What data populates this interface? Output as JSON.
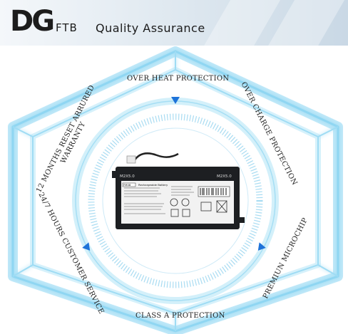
{
  "header": {
    "logo_mark": "DG",
    "logo_text": "FTB",
    "title": "Quality Assurance"
  },
  "features": {
    "top": "OVER HEAT PROTECTION",
    "upper_right": "OVER CHARGE PROTECTION",
    "lower_right": "PREMIUN MICROCHIP",
    "bottom": "CLASS A PROTECTION",
    "lower_left": "24/7 HOURS CUSTOMER SERVICE",
    "upper_left_line1": "12 MONTHS RESET ARRURED",
    "upper_left_line2": "WARRANTY"
  },
  "battery": {
    "model_left": "M2X5.0",
    "model_right": "M2X5.0",
    "label_top": "Rechargeable Battery",
    "label_code": "FM08"
  },
  "colors": {
    "accent_blue": "#1e73d9",
    "glow_cyan": "#7fd3f5",
    "battery_body": "#1d1f22"
  }
}
